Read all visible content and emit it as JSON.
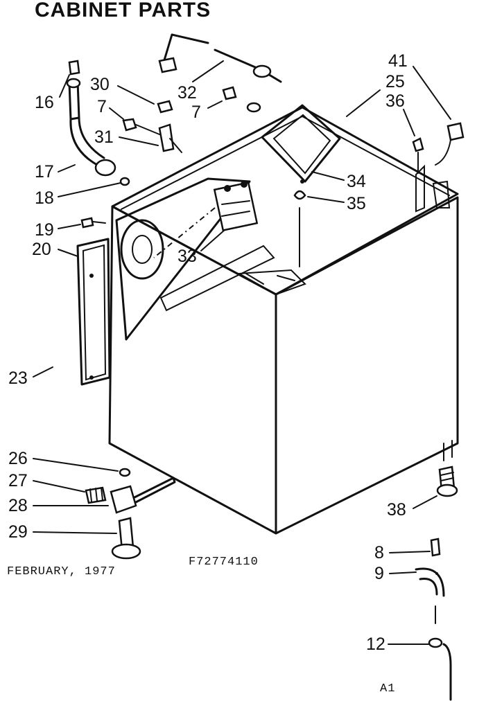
{
  "title": "CABINET PARTS",
  "footer": {
    "date": "FEBRUARY, 1977",
    "part_number": "F72774110",
    "page": "A1"
  },
  "callouts": [
    "16",
    "30",
    "32",
    "7",
    "7",
    "31",
    "41",
    "25",
    "36",
    "17",
    "18",
    "34",
    "35",
    "19",
    "20",
    "33",
    "23",
    "26",
    "27",
    "28",
    "29",
    "38",
    "8",
    "9",
    "12"
  ]
}
